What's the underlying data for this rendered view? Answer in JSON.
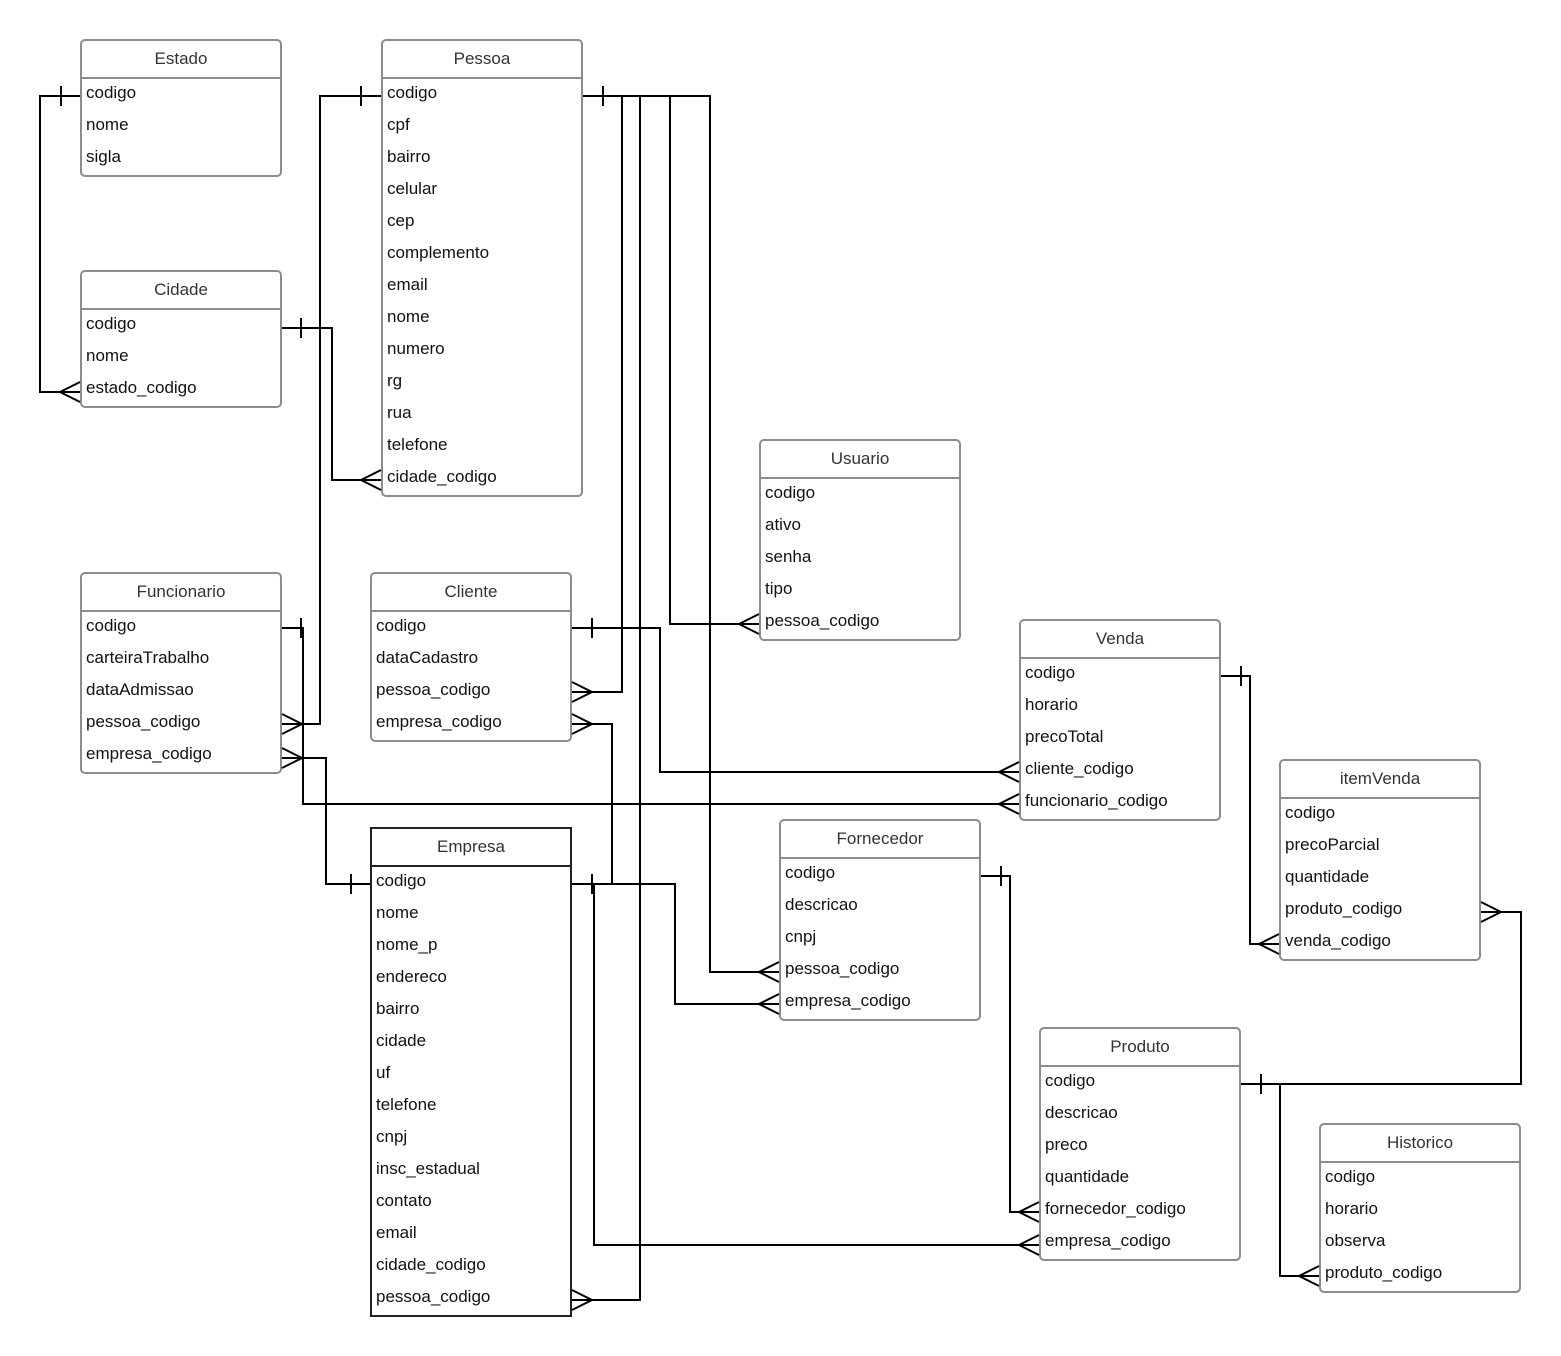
{
  "entities": [
    {
      "id": "estado",
      "title": "Estado",
      "fields": [
        "codigo",
        "nome",
        "sigla"
      ]
    },
    {
      "id": "pessoa",
      "title": "Pessoa",
      "fields": [
        "codigo",
        "cpf",
        "bairro",
        "celular",
        "cep",
        "complemento",
        "email",
        "nome",
        "numero",
        "rg",
        "rua",
        "telefone",
        "cidade_codigo"
      ]
    },
    {
      "id": "cidade",
      "title": "Cidade",
      "fields": [
        "codigo",
        "nome",
        "estado_codigo"
      ]
    },
    {
      "id": "usuario",
      "title": "Usuario",
      "fields": [
        "codigo",
        "ativo",
        "senha",
        "tipo",
        "pessoa_codigo"
      ]
    },
    {
      "id": "funcionario",
      "title": "Funcionario",
      "fields": [
        "codigo",
        "carteiraTrabalho",
        "dataAdmissao",
        "pessoa_codigo",
        "empresa_codigo"
      ]
    },
    {
      "id": "cliente",
      "title": "Cliente",
      "fields": [
        "codigo",
        "dataCadastro",
        "pessoa_codigo",
        "empresa_codigo"
      ]
    },
    {
      "id": "venda",
      "title": "Venda",
      "fields": [
        "codigo",
        "horario",
        "precoTotal",
        "cliente_codigo",
        "funcionario_codigo"
      ]
    },
    {
      "id": "itemvenda",
      "title": "itemVenda",
      "fields": [
        "codigo",
        "precoParcial",
        "quantidade",
        "produto_codigo",
        "venda_codigo"
      ]
    },
    {
      "id": "empresa",
      "title": "Empresa",
      "fields": [
        "codigo",
        "nome",
        "nome_p",
        "endereco",
        "bairro",
        "cidade",
        "uf",
        "telefone",
        "cnpj",
        "insc_estadual",
        "contato",
        "email",
        "cidade_codigo",
        "pessoa_codigo"
      ]
    },
    {
      "id": "fornecedor",
      "title": "Fornecedor",
      "fields": [
        "codigo",
        "descricao",
        "cnpj",
        "pessoa_codigo",
        "empresa_codigo"
      ]
    },
    {
      "id": "produto",
      "title": "Produto",
      "fields": [
        "codigo",
        "descricao",
        "preco",
        "quantidade",
        "fornecedor_codigo",
        "empresa_codigo"
      ]
    },
    {
      "id": "historico",
      "title": "Historico",
      "fields": [
        "codigo",
        "horario",
        "observa",
        "produto_codigo"
      ]
    }
  ]
}
